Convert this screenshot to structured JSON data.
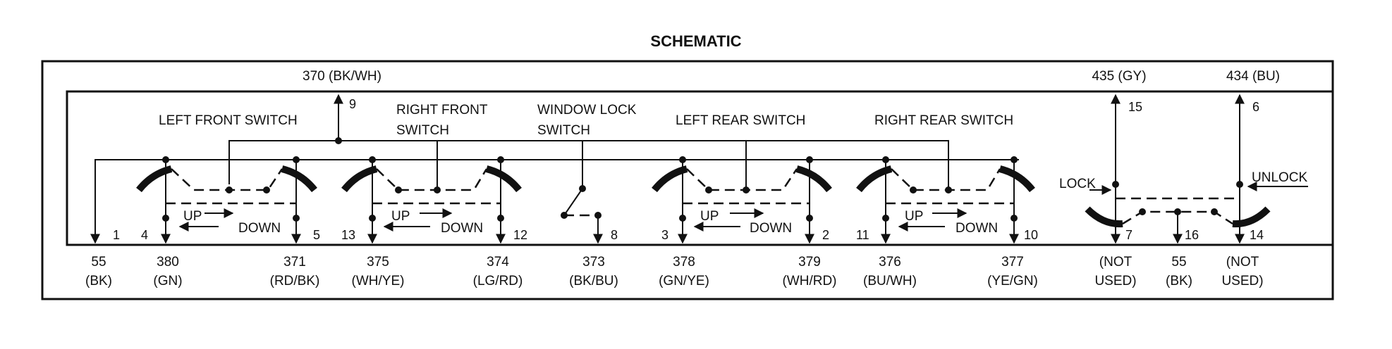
{
  "title": "SCHEMATIC",
  "switches": {
    "left_front": "LEFT FRONT SWITCH",
    "right_front_1": "RIGHT FRONT",
    "right_front_2": "SWITCH",
    "window_lock_1": "WINDOW LOCK",
    "window_lock_2": "SWITCH",
    "left_rear": "LEFT REAR SWITCH",
    "right_rear": "RIGHT REAR SWITCH"
  },
  "directions": {
    "up": "UP",
    "down": "DOWN",
    "lock": "LOCK",
    "unlock": "UNLOCK"
  },
  "top_wires": {
    "w370": "370 (BK/WH)",
    "w435": "435 (GY)",
    "w434": "434 (BU)"
  },
  "pins": {
    "p1": "1",
    "p2": "2",
    "p3": "3",
    "p4": "4",
    "p5": "5",
    "p6": "6",
    "p7": "7",
    "p8": "8",
    "p9": "9",
    "p10": "10",
    "p11": "11",
    "p12": "12",
    "p13": "13",
    "p14": "14",
    "p15": "15",
    "p16": "16"
  },
  "bottom_wires": [
    {
      "num": "55",
      "color": "(BK)"
    },
    {
      "num": "380",
      "color": "(GN)"
    },
    {
      "num": "371",
      "color": "(RD/BK)"
    },
    {
      "num": "375",
      "color": "(WH/YE)"
    },
    {
      "num": "374",
      "color": "(LG/RD)"
    },
    {
      "num": "373",
      "color": "(BK/BU)"
    },
    {
      "num": "378",
      "color": "(GN/YE)"
    },
    {
      "num": "379",
      "color": "(WH/RD)"
    },
    {
      "num": "376",
      "color": "(BU/WH)"
    },
    {
      "num": "377",
      "color": "(YE/GN)"
    },
    {
      "num": "(NOT",
      "color": "USED)"
    },
    {
      "num": "55",
      "color": "(BK)"
    },
    {
      "num": "(NOT",
      "color": "USED)"
    }
  ]
}
